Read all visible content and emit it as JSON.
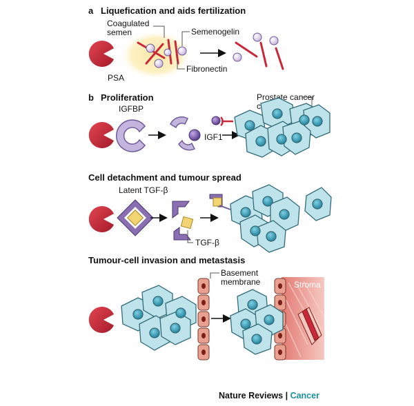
{
  "panels": {
    "a": {
      "letter": "a",
      "title": "Liquefication and aids fertilization",
      "labels": {
        "coagulated_1": "Coagulated",
        "coagulated_2": "semen",
        "semenogelin": "Semenogelin",
        "fibronectin": "Fibronectin",
        "psa": "PSA"
      }
    },
    "b": {
      "letter": "b",
      "title": "Proliferation",
      "labels": {
        "igfbp": "IGFBP",
        "igf1": "IGF1",
        "prostate_1": "Prostate cancer",
        "prostate_2": "cells"
      }
    },
    "c": {
      "title": "Cell detachment and tumour spread",
      "labels": {
        "latent": "Latent TGF-β",
        "tgf": "TGF-β"
      }
    },
    "d": {
      "title": "Tumour-cell invasion and metastasis",
      "labels": {
        "basement_1": "Basement",
        "basement_2": "membrane",
        "stroma": "Stroma"
      }
    }
  },
  "footer": {
    "journal": "Nature Reviews",
    "separator": " | ",
    "section": "Cancer"
  },
  "colors": {
    "psa_red": "#c8283a",
    "cell_fill": "#bfe3ea",
    "nucleus": "#3aa3bd",
    "purple": "#8a6fb3",
    "light_purple": "#c4b5de",
    "yellow": "#f2d472",
    "fiber_red": "#c8283a",
    "membrane": "#e9a08f",
    "stroma_bg": "#e9908a",
    "footer_teal": "#1b8fa0"
  }
}
